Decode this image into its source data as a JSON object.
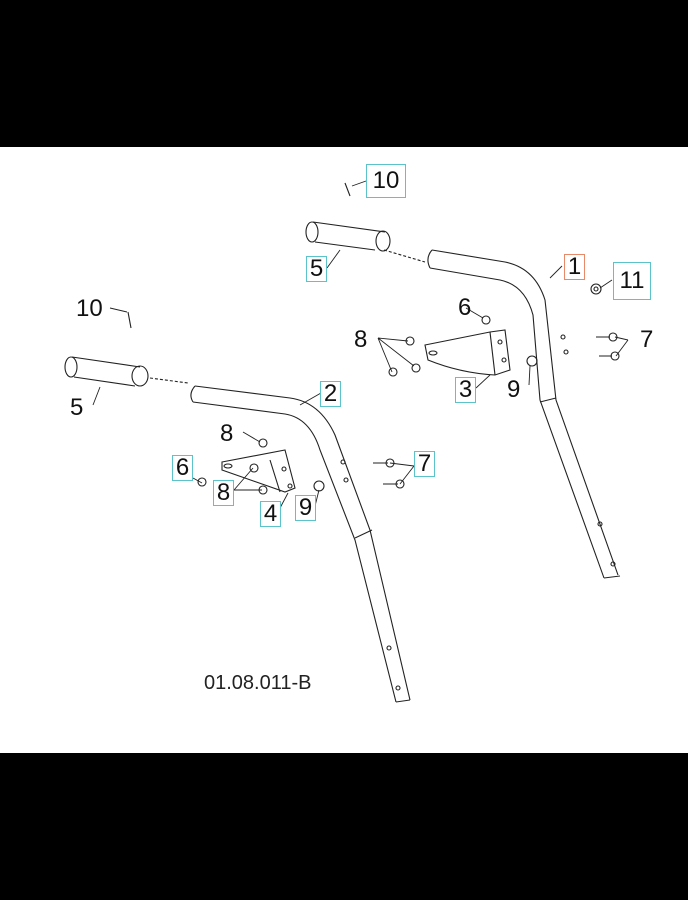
{
  "diagram": {
    "reference_code": "01.08.011-B",
    "colors": {
      "highlight_box": "#5bc3c9",
      "selected_box": "#e88a6a",
      "line": "#222222",
      "background": "#ffffff",
      "letterbox": "#000000"
    },
    "callouts_boxed": [
      {
        "id": "10",
        "label": "10",
        "style": "cyan"
      },
      {
        "id": "5",
        "label": "5",
        "style": "cyan"
      },
      {
        "id": "1",
        "label": "1",
        "style": "orange"
      },
      {
        "id": "11",
        "label": "11",
        "style": "cyan"
      },
      {
        "id": "3",
        "label": "3",
        "style": "cyan"
      },
      {
        "id": "2",
        "label": "2",
        "style": "cyan"
      },
      {
        "id": "6",
        "label": "6",
        "style": "cyan"
      },
      {
        "id": "8",
        "label": "8",
        "style": "cyan"
      },
      {
        "id": "4",
        "label": "4",
        "style": "cyan"
      },
      {
        "id": "9",
        "label": "9",
        "style": "cyan"
      },
      {
        "id": "7",
        "label": "7",
        "style": "cyan"
      }
    ],
    "callouts_plain": [
      {
        "id": "6",
        "label": "6"
      },
      {
        "id": "8",
        "label": "8"
      },
      {
        "id": "7",
        "label": "7"
      },
      {
        "id": "9",
        "label": "9"
      },
      {
        "id": "10",
        "label": "10"
      },
      {
        "id": "5",
        "label": "5"
      },
      {
        "id": "8b",
        "label": "8"
      }
    ]
  }
}
